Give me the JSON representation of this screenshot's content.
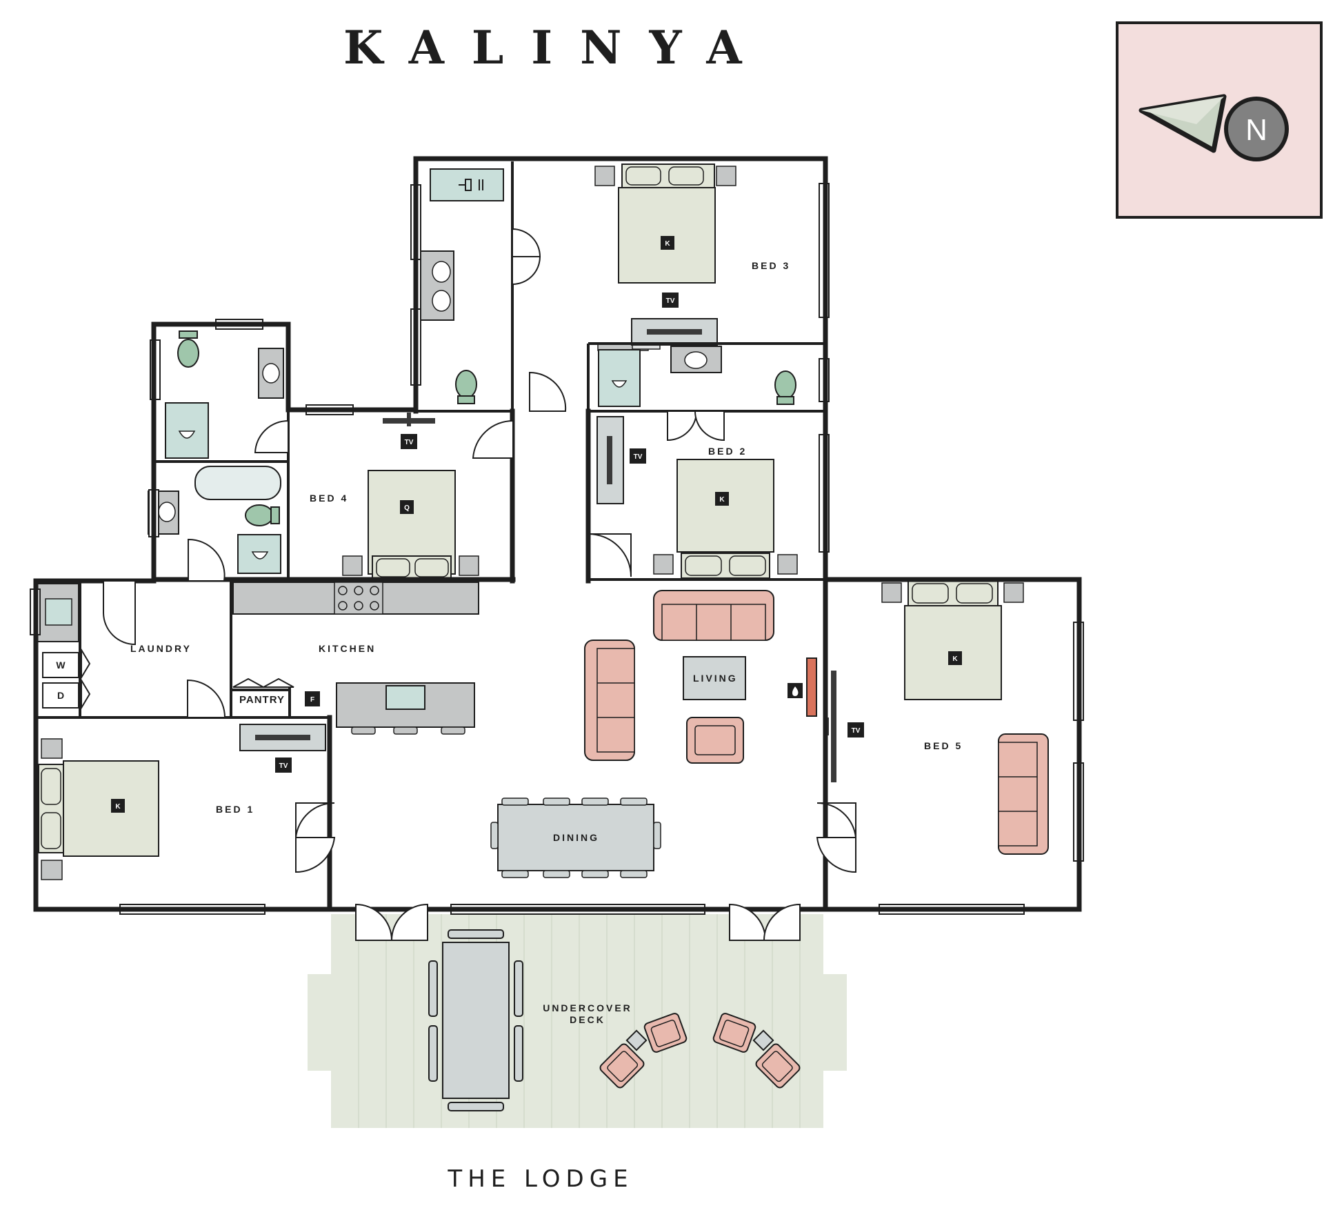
{
  "title": "KALINYA",
  "subtitle": "THE LODGE",
  "compass": {
    "letter": "N"
  },
  "rooms": {
    "bed1": "BED 1",
    "bed2": "BED 2",
    "bed3": "BED 3",
    "bed4": "BED 4",
    "bed5": "BED 5",
    "laundry": "LAUNDRY",
    "kitchen": "KITCHEN",
    "pantry": "PANTRY",
    "living": "LIVING",
    "dining": "DINING",
    "deck_line1": "UNDERCOVER",
    "deck_line2": "DECK"
  },
  "badges": {
    "king": "K",
    "queen": "Q",
    "tv": "TV",
    "fridge": "F",
    "washer": "W",
    "dryer": "D"
  },
  "colors": {
    "wall": "#1e1e1e",
    "bed": "#e2e6d8",
    "sofa": "#e8b9ae",
    "wet": "#c9dfda",
    "bench": "#c4c6c6",
    "deck": "#e3e8dc",
    "compass_bg": "#f3dedd"
  }
}
